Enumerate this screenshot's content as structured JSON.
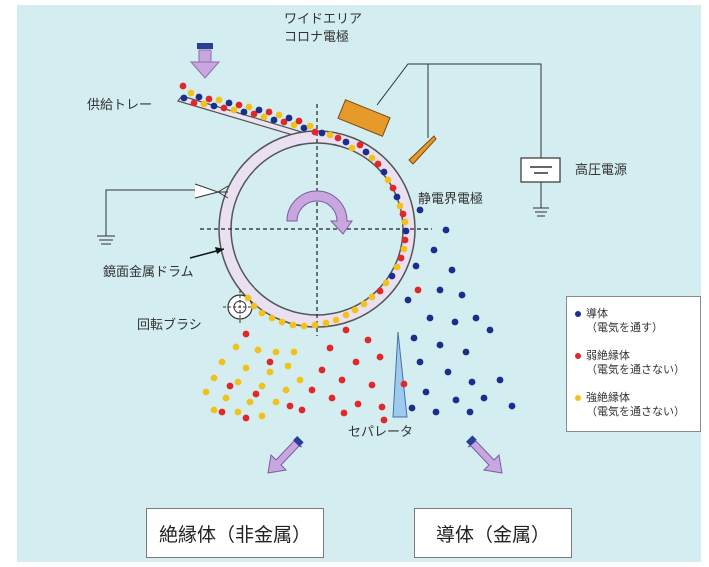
{
  "labels": {
    "feed_tray": "供給トレー",
    "corona_line1": "ワイドエリア",
    "corona_line2": "コロナ電極",
    "static_electrode": "静電界電極",
    "hv_source": "高圧電源",
    "drum": "鏡面金属ドラム",
    "brush": "回転ブラシ",
    "separator": "セパレータ"
  },
  "legend": [
    {
      "name": "導体",
      "note": "（電気を通す）",
      "color": "#1c2d8c"
    },
    {
      "name": "弱絶縁体",
      "note": "（電気を通さない）",
      "color": "#e02828"
    },
    {
      "name": "強絶縁体",
      "note": "（電気を通さない）",
      "color": "#f2c21b"
    }
  ],
  "outputs": {
    "insulator": "絶縁体（非金属）",
    "conductor": "導体（金属）"
  },
  "colors": {
    "background": "#d3edf1",
    "conductor": "#1c2d8c",
    "weak_insulator": "#e02828",
    "strong_insulator": "#f2c21b",
    "arrow": "#c9a6dd",
    "electrode": "#e59a2a"
  }
}
